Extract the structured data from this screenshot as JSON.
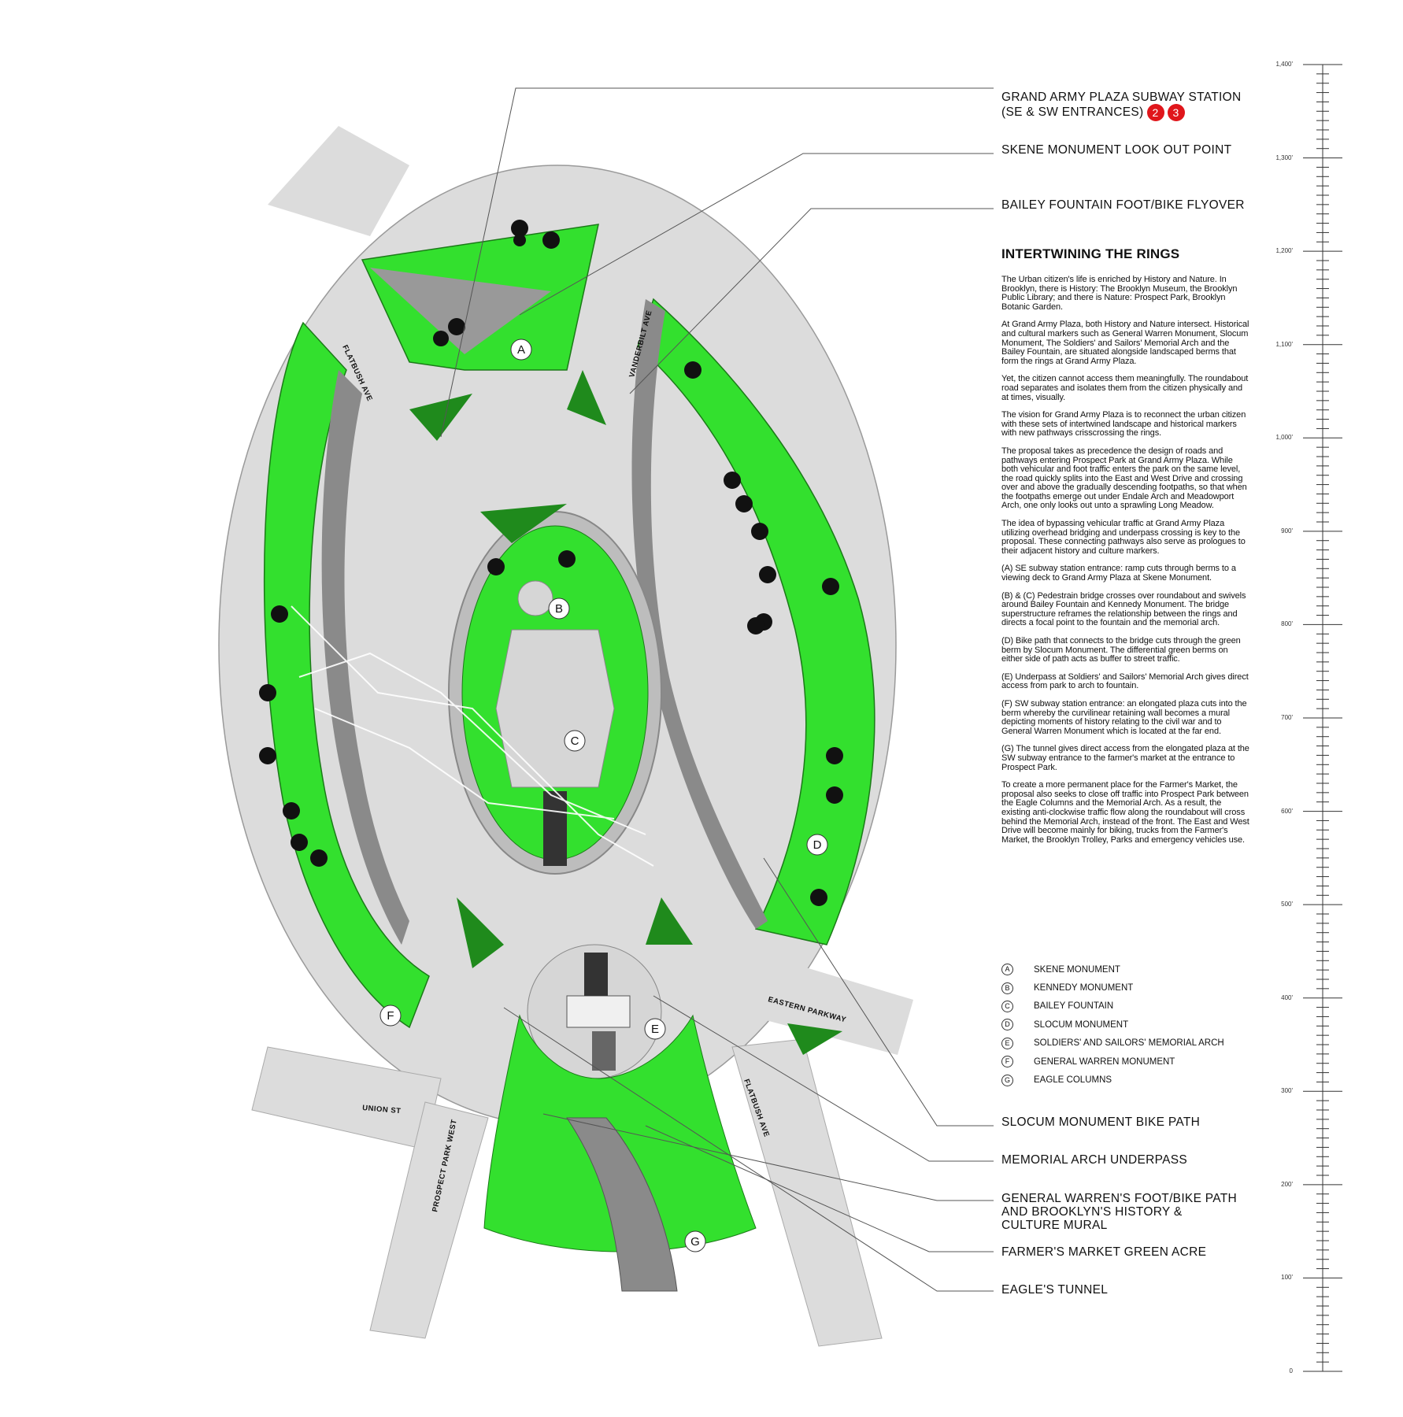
{
  "callouts": {
    "subway": "GRAND ARMY PLAZA SUBWAY STATION\n(SE & SW ENTRANCES)",
    "subway_badges": [
      "2",
      "3"
    ],
    "skene": "SKENE MONUMENT LOOK OUT POINT",
    "bailey": "BAILEY FOUNTAIN FOOT/BIKE FLYOVER",
    "slocum": "SLOCUM MONUMENT BIKE PATH",
    "arch": "MEMORIAL ARCH UNDERPASS",
    "warren": "GENERAL WARREN'S FOOT/BIKE PATH\nAND BROOKLYN'S HISTORY &\nCULTURE MURAL",
    "market": "FARMER'S MARKET GREEN ACRE",
    "tunnel": "EAGLE'S TUNNEL"
  },
  "heading": "INTERTWINING THE RINGS",
  "paragraphs": [
    "The Urban citizen's life is enriched by History and Nature. In Brooklyn, there is History: The Brooklyn Museum, the Brooklyn Public Library; and there is Nature: Prospect Park, Brooklyn Botanic Garden.",
    "At Grand Army Plaza, both History and Nature intersect. Historical and cultural markers such as General Warren Monument, Slocum Monument, The Soldiers' and Sailors' Memorial Arch and the Bailey Fountain, are situated alongside landscaped berms that form the rings at Grand Army Plaza.",
    "Yet, the citizen cannot access them meaningfully. The roundabout road separates and isolates them from the citizen physically and at times, visually.",
    "The vision for Grand Army Plaza is to reconnect the urban citizen with these sets of intertwined landscape and historical markers with new pathways crisscrossing the rings.",
    "The proposal takes as precedence the design of roads and pathways entering Prospect Park at Grand Army Plaza. While both vehicular and foot traffic enters the park on the same level, the road quickly splits into the East and West Drive and crossing over and above the gradually descending footpaths, so that when the footpaths emerge out under Endale Arch and Meadowport Arch, one only looks out unto a sprawling Long Meadow.",
    "The idea of bypassing vehicular traffic at Grand Army Plaza utilizing overhead bridging and underpass crossing is key to the proposal. These connecting pathways also serve as prologues to their adjacent history and culture markers.",
    "(A) SE subway station entrance: ramp cuts through berms to a viewing deck to Grand Army Plaza at Skene Monument.",
    "(B) & (C) Pedestrain bridge crosses over roundabout and swivels around Bailey Fountain and Kennedy Monument. The bridge superstructure reframes the relationship between the rings and directs a focal point to the fountain and the memorial arch.",
    "(D) Bike path that connects to the bridge cuts through the green berm by Slocum Monument. The differential green berms on either side of path acts as buffer to street traffic.",
    "(E) Underpass at Soldiers' and Sailors' Memorial Arch gives direct access from park to arch to fountain.",
    "(F) SW subway station entrance: an elongated plaza cuts into the berm whereby the curvilinear retaining wall becomes a mural depicting moments of history relating to the civil war and to General Warren Monument which is located at the far end.",
    "(G) The tunnel gives direct access from the elongated plaza at the SW subway entrance to the farmer's market at the entrance to Prospect Park.",
    "To create a more permanent place for the Farmer's Market, the proposal also seeks to close off traffic into Prospect Park between the Eagle Columns and the Memorial Arch. As a result, the existing anti-clockwise traffic flow along the roundabout will cross behind the Memorial Arch, instead of the front. The East and West Drive will become mainly for biking, trucks from the Farmer's Market, the Brooklyn Trolley, Parks and emergency vehicles use."
  ],
  "legend": [
    {
      "key": "A",
      "label": "SKENE MONUMENT"
    },
    {
      "key": "B",
      "label": "KENNEDY MONUMENT"
    },
    {
      "key": "C",
      "label": "BAILEY FOUNTAIN"
    },
    {
      "key": "D",
      "label": "SLOCUM MONUMENT"
    },
    {
      "key": "E",
      "label": "SOLDIERS' AND SAILORS' MEMORIAL ARCH"
    },
    {
      "key": "F",
      "label": "GENERAL WARREN MONUMENT"
    },
    {
      "key": "G",
      "label": "EAGLE COLUMNS"
    }
  ],
  "streets": {
    "flatbush_n": "FLATBUSH AVE",
    "vanderbilt": "VANDERBILT AVE",
    "eastern": "EASTERN PARKWAY",
    "flatbush_s": "FLATBUSH AVE",
    "union": "UNION ST",
    "ppw": "PROSPECT PARK WEST"
  },
  "markers": [
    "A",
    "B",
    "C",
    "D",
    "E",
    "F",
    "G"
  ],
  "scale_labels": [
    "1,400'",
    "1,300'",
    "1,200'",
    "1,100'",
    "1,000'",
    "900'",
    "800'",
    "700'",
    "600'",
    "500'",
    "400'",
    "300'",
    "200'",
    "100'",
    "0"
  ],
  "colors": {
    "green": "#33e02e",
    "dark_green": "#1f8a1c",
    "road": "#d9d9d9",
    "plaza": "#c8c8c8",
    "badge": "#e0161b"
  }
}
